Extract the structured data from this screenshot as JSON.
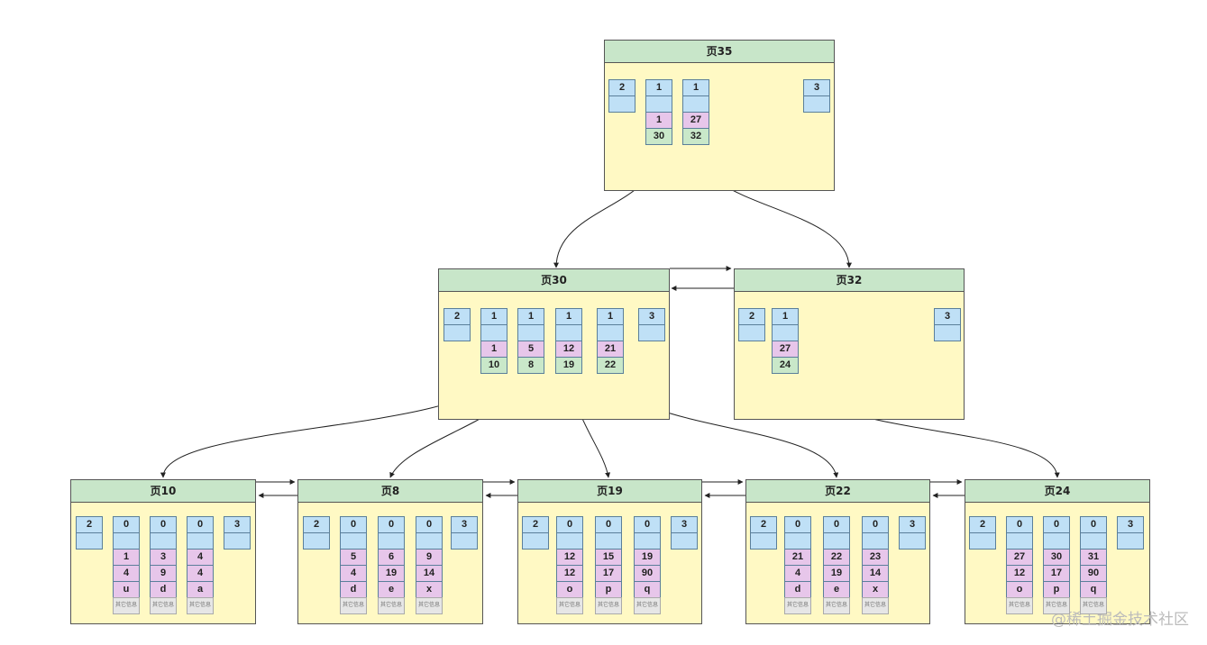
{
  "pages": [
    {
      "title": "页35",
      "columns": [
        [
          "2",
          ""
        ],
        [
          "1",
          "",
          "1",
          "30"
        ],
        [
          "1",
          "",
          "27",
          "32"
        ],
        [
          "3",
          ""
        ]
      ]
    },
    {
      "title": "页30",
      "columns": [
        [
          "2",
          ""
        ],
        [
          "1",
          "",
          "1",
          "10"
        ],
        [
          "1",
          "",
          "5",
          "8"
        ],
        [
          "1",
          "",
          "12",
          "19"
        ],
        [
          "1",
          "",
          "21",
          "22"
        ],
        [
          "3",
          ""
        ]
      ]
    },
    {
      "title": "页32",
      "columns": [
        [
          "2",
          ""
        ],
        [
          "1",
          "",
          "27",
          "24"
        ],
        [
          "3",
          ""
        ]
      ]
    },
    {
      "title": "页10",
      "columns": [
        [
          "2",
          ""
        ],
        [
          "0",
          "",
          "1",
          "4",
          "u",
          "其它信息"
        ],
        [
          "0",
          "",
          "3",
          "9",
          "d",
          "其它信息"
        ],
        [
          "0",
          "",
          "4",
          "4",
          "a",
          "其它信息"
        ],
        [
          "3",
          ""
        ]
      ]
    },
    {
      "title": "页8",
      "columns": [
        [
          "2",
          ""
        ],
        [
          "0",
          "",
          "5",
          "4",
          "d",
          "其它信息"
        ],
        [
          "0",
          "",
          "6",
          "19",
          "e",
          "其它信息"
        ],
        [
          "0",
          "",
          "9",
          "14",
          "x",
          "其它信息"
        ],
        [
          "3",
          ""
        ]
      ]
    },
    {
      "title": "页19",
      "columns": [
        [
          "2",
          ""
        ],
        [
          "0",
          "",
          "12",
          "12",
          "o",
          "其它信息"
        ],
        [
          "0",
          "",
          "15",
          "17",
          "p",
          "其它信息"
        ],
        [
          "0",
          "",
          "19",
          "90",
          "q",
          "其它信息"
        ],
        [
          "3",
          ""
        ]
      ]
    },
    {
      "title": "页22",
      "columns": [
        [
          "2",
          ""
        ],
        [
          "0",
          "",
          "21",
          "4",
          "d",
          "其它信息"
        ],
        [
          "0",
          "",
          "22",
          "19",
          "e",
          "其它信息"
        ],
        [
          "0",
          "",
          "23",
          "14",
          "x",
          "其它信息"
        ],
        [
          "3",
          ""
        ]
      ]
    },
    {
      "title": "页24",
      "columns": [
        [
          "2",
          ""
        ],
        [
          "0",
          "",
          "27",
          "12",
          "o",
          "其它信息"
        ],
        [
          "0",
          "",
          "30",
          "17",
          "p",
          "其它信息"
        ],
        [
          "0",
          "",
          "31",
          "90",
          "q",
          "其它信息"
        ],
        [
          "3",
          ""
        ]
      ]
    }
  ],
  "watermark": "@稀土掘金技术社区"
}
